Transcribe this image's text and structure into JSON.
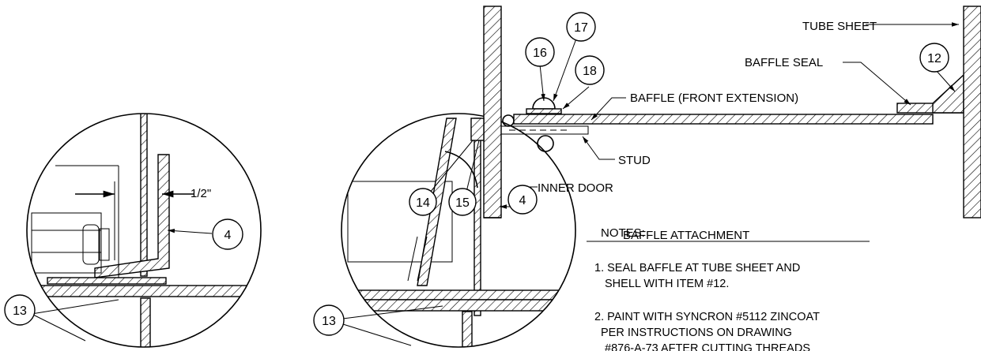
{
  "labels": {
    "tube_sheet": "TUBE SHEET",
    "baffle_seal": "BAFFLE SEAL",
    "baffle_front_extension": "BAFFLE (FRONT EXTENSION)",
    "stud": "STUD",
    "inner_door": "INNER DOOR",
    "half_inch": "1/2\""
  },
  "balloons": {
    "b4_left": "4",
    "b13_left": "13",
    "b14": "14",
    "b15": "15",
    "b4_mid": "4",
    "b13_mid": "13",
    "b16": "16",
    "b17": "17",
    "b18": "18",
    "b12": "12"
  },
  "notes": {
    "heading": "NOTES:",
    "title": "BAFFLE ATTACHMENT",
    "items": [
      "1. SEAL BAFFLE AT TUBE SHEET AND",
      "SHELL WITH ITEM #12.",
      "2. PAINT WITH SYNCRON #5112 ZINCOAT",
      "PER INSTRUCTIONS ON DRAWING",
      "#876-A-73 AFTER CUTTING THREADS"
    ]
  }
}
